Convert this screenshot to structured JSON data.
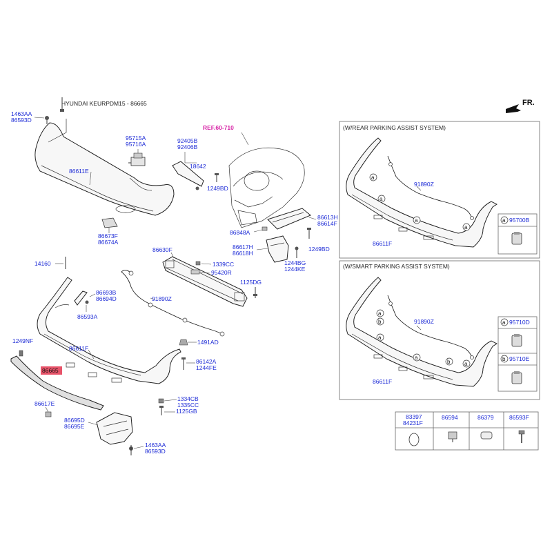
{
  "title": "HYUNDAI KEURPDM15 - 86665",
  "orientation_label": "FR.",
  "ref_label": "REF.60-710",
  "highlight_color": "#e8546a",
  "label_color": "#1d2bd6",
  "ref_color": "#d61ea4",
  "labels": {
    "p1463aa_top": "1463AA",
    "p86593d_top": "86593D",
    "p86611e": "86611E",
    "p86673f": "86673F",
    "p86674a": "86674A",
    "p95715a": "95715A",
    "p95716a": "95716A",
    "p92405b": "92405B",
    "p92406b": "92406B",
    "p18642": "18642",
    "p1249bd_a": "1249BD",
    "p86613h": "86613H",
    "p86614f": "86614F",
    "p86848a": "86848A",
    "p1249bd_b": "1249BD",
    "p86617h": "86617H",
    "p86618h": "86618H",
    "p1244bg": "1244BG",
    "p1244ke": "1244KE",
    "p86630f": "86630F",
    "p1339cc": "1339CC",
    "p95420r": "95420R",
    "p1125dg": "1125DG",
    "p14160": "14160",
    "p86693b": "86693B",
    "p86694d": "86694D",
    "p91890z_main": "91890Z",
    "p86593a": "86593A",
    "p1249nf": "1249NF",
    "p86611f_main": "86611F",
    "p1491ad": "1491AD",
    "p86142a": "86142A",
    "p1244fe": "1244FE",
    "p86665": "86665",
    "p86617e": "86617E",
    "p1334cb": "1334CB",
    "p1335cc": "1335CC",
    "p1125gb": "1125GB",
    "p86695d": "86695D",
    "p86695e": "86695E",
    "p1463aa_bot": "1463AA",
    "p86593d_bot": "86593D"
  },
  "rear_panel": {
    "title": "(W/REAR PARKING ASSIST SYSTEM)",
    "wire": "91890Z",
    "bumper": "86611F",
    "sensor": "95700B",
    "marker": "a"
  },
  "smart_panel": {
    "title": "(W/SMART PARKING ASSIST SYSTEM)",
    "wire": "91890Z",
    "bumper": "86611F",
    "sensor_a": "95710D",
    "sensor_b": "95710E",
    "marker_a": "a",
    "marker_b": "b"
  },
  "parts_table": {
    "col1_line1": "83397",
    "col1_line2": "84231F",
    "col2": "86594",
    "col3": "86379",
    "col4": "86593F"
  }
}
